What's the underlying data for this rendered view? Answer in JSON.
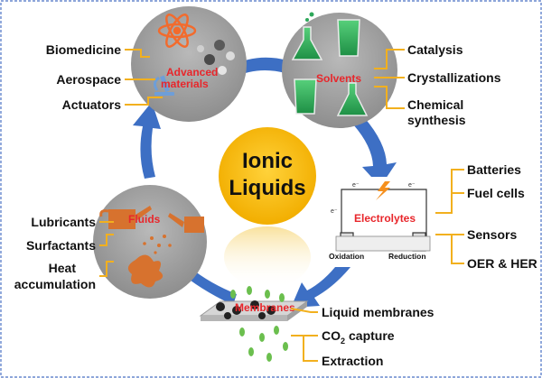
{
  "center": {
    "line1": "Ionic",
    "line2": "Liquids"
  },
  "nodes": {
    "advanced_materials": {
      "title_line1": "Advanced",
      "title_line2": "materials",
      "applications": [
        "Biomedicine",
        "Aerospace",
        "Actuators"
      ]
    },
    "solvents": {
      "title": "Solvents",
      "applications": [
        "Catalysis",
        "Crystallizations",
        "Chemical",
        "synthesis"
      ]
    },
    "electrolytes": {
      "title": "Electrolytes",
      "applications": [
        "Batteries",
        "Fuel cells",
        "Sensors",
        "OER & HER"
      ],
      "electrode_labels": [
        "Oxidation",
        "Reduction"
      ],
      "electron_symbol": "e⁻"
    },
    "membranes": {
      "title": "Membranes",
      "applications": [
        "Liquid membranes",
        "capture",
        "Extraction"
      ],
      "co2": {
        "main": "CO",
        "sub": "2"
      }
    },
    "fluids": {
      "title": "Fluids",
      "applications": [
        "Lubricants",
        "Surfactants",
        "Heat",
        "accumulation"
      ]
    }
  },
  "colors": {
    "node_circle": "#a6a6a6",
    "center_circle": "#f5b800",
    "connector_line": "#f2b01e",
    "arrow": "#3d6fc4",
    "title_text": "#e8262b",
    "border": "#4a72c4"
  },
  "icons": [
    "atom-icon",
    "flask-icon",
    "beaker-icon",
    "microscope-icon",
    "battery-bolt-icon",
    "watering-can-icon",
    "splash-icon"
  ]
}
